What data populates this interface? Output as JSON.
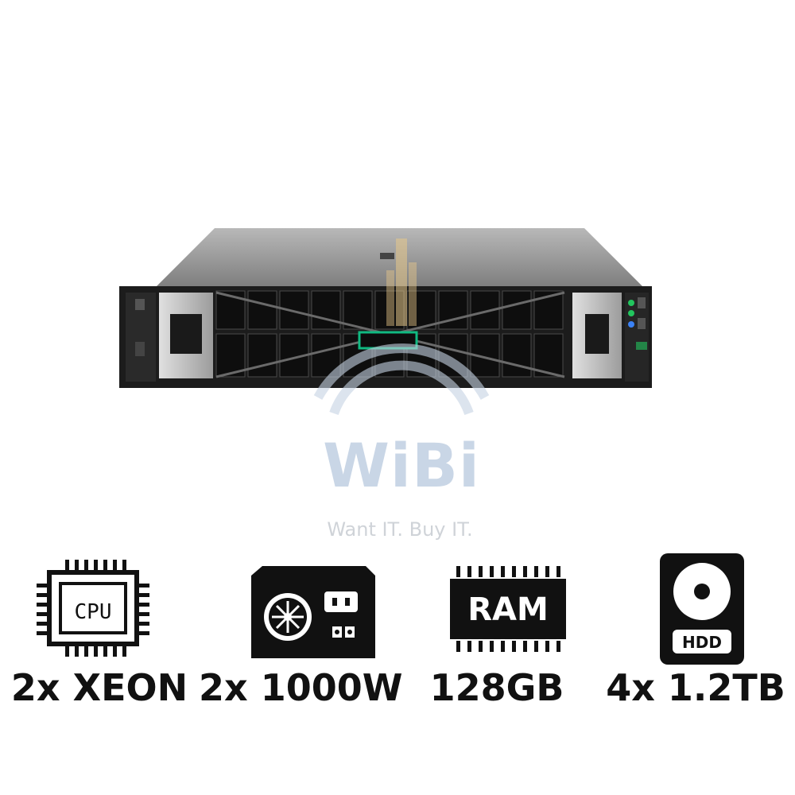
{
  "watermark": {
    "title": "WiBi",
    "subtitle": "Want IT. Buy IT."
  },
  "specs": [
    {
      "icon": "cpu-icon",
      "icon_text": "CPU",
      "label": "2x XEON"
    },
    {
      "icon": "power-supply-icon",
      "icon_text": "",
      "label": "2x 1000W"
    },
    {
      "icon": "ram-icon",
      "icon_text": "RAM",
      "label": "128GB"
    },
    {
      "icon": "hdd-icon",
      "icon_text": "HDD",
      "label": "4x 1.2TB"
    }
  ],
  "colors": {
    "bezel": "#1c1c1c",
    "chassis": "#9a9a9a",
    "status_led": "#22c55e",
    "uid_led": "#3b82f6",
    "logo_bar": "#10b981"
  }
}
